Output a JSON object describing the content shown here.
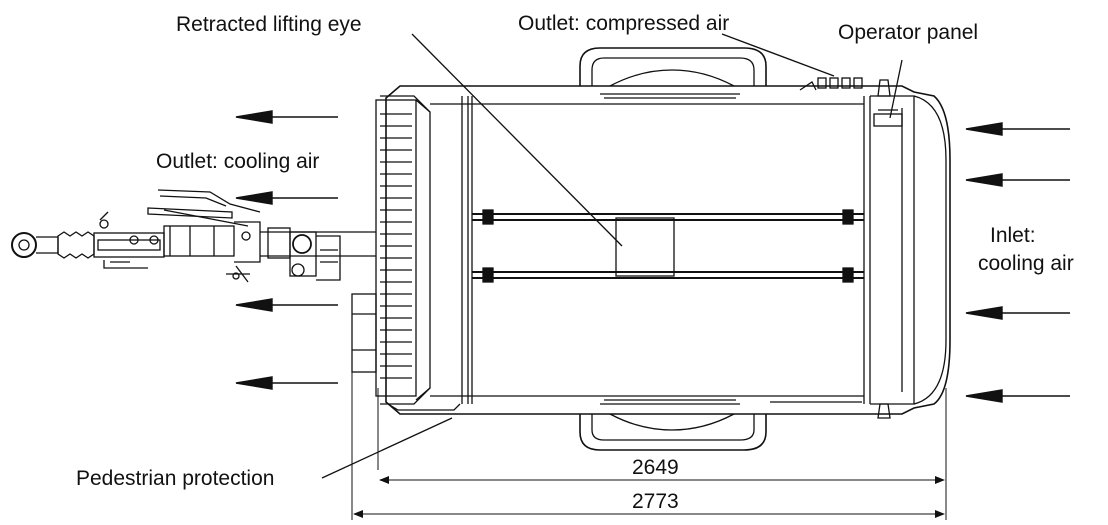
{
  "labels": {
    "lifting_eye": "Retracted lifting eye",
    "outlet_compressed": "Outlet: compressed air",
    "operator_panel": "Operator panel",
    "outlet_cooling": "Outlet: cooling air",
    "inlet_line1": "Inlet:",
    "inlet_line2": "cooling air",
    "pedestrian": "Pedestrian protection"
  },
  "dimensions": {
    "inner": "2649",
    "outer": "2773"
  },
  "colors": {
    "ink": "#111111",
    "background": "#ffffff"
  }
}
